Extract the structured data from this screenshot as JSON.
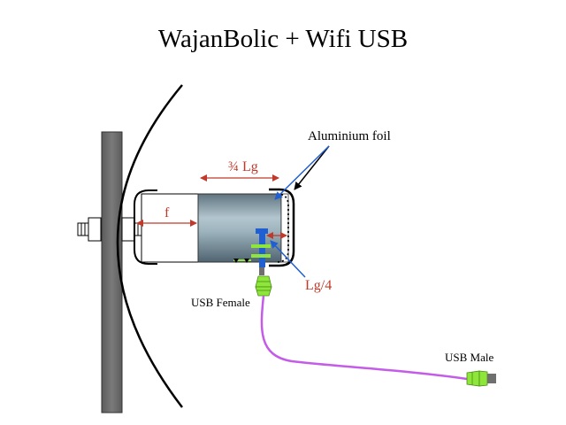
{
  "title": "WajanBolic + Wifi USB",
  "labels": {
    "aluminium_foil": "Aluminium foil",
    "three_quarter_lg": "¾ Lg",
    "focal_length": "f",
    "lg_quarter": "Lg/4",
    "usb_female": "USB Female",
    "usb_male": "USB Male"
  },
  "colors": {
    "dimension_red": "#c0392b",
    "pointer_blue": "#1f5fd1",
    "cable_purple": "#c45ce8",
    "connector_green": "#8fe63a",
    "post_gray": "#6f6f6f"
  }
}
